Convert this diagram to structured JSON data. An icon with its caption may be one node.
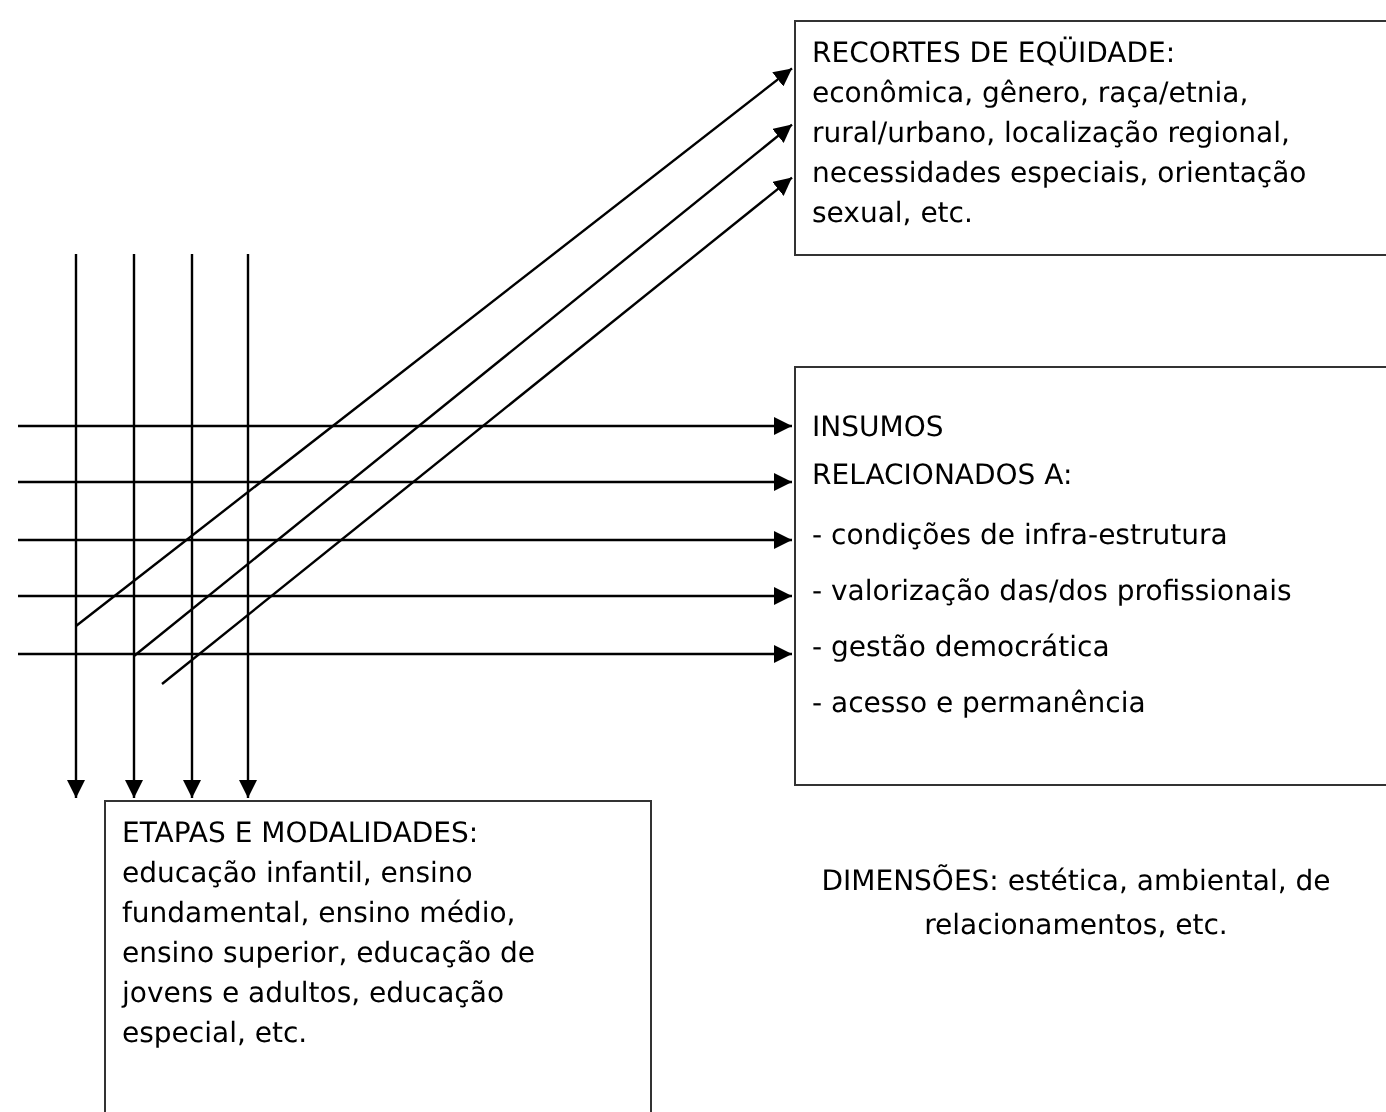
{
  "diagram": {
    "nodes": [
      {
        "text": [
          "RECORTES DE EQÜIDADE:",
          "econômica, gênero, raça/etnia, rural/urbano, localização regional, necessidades especiais, orientação sexual, etc."
        ]
      },
      {
        "text": [
          "INSUMOS RELACIONADOS A:",
          "- condições de infra-estrutura",
          "- valorização das/dos profissionais",
          "- gestão democrática",
          "- acesso e permanência"
        ]
      },
      {
        "text": [
          "ETAPAS E MODALIDADES:",
          "educação infantil, ensino fundamental, ensino médio, ensino superior, educação de jovens e adultos, educação especial, etc."
        ]
      }
    ],
    "edges": [
      {
        "from": null,
        "to": 0,
        "arrow": "to"
      },
      {
        "from": null,
        "to": 0,
        "arrow": "to"
      },
      {
        "from": null,
        "to": 0,
        "arrow": "to"
      },
      {
        "from": null,
        "to": 1,
        "arrow": "to"
      },
      {
        "from": null,
        "to": 1,
        "arrow": "to"
      },
      {
        "from": null,
        "to": 1,
        "arrow": "to"
      },
      {
        "from": null,
        "to": 1,
        "arrow": "to"
      },
      {
        "from": null,
        "to": 1,
        "arrow": "to"
      },
      {
        "from": null,
        "to": 2,
        "arrow": "to"
      },
      {
        "from": null,
        "to": 2,
        "arrow": "to"
      },
      {
        "from": null,
        "to": 2,
        "arrow": "to"
      },
      {
        "from": null,
        "to": 2,
        "arrow": "to"
      }
    ],
    "labels": [
      "DIMENSÕES: estética, ambiental, de relacionamentos, etc."
    ]
  }
}
